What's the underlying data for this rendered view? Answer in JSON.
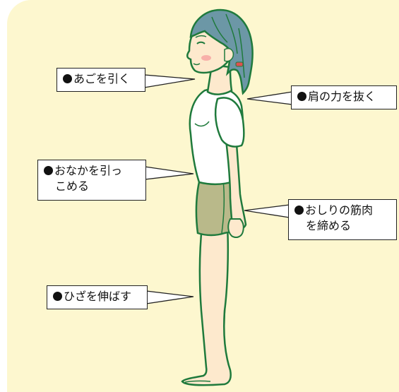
{
  "labels": {
    "chin": {
      "text": "あごを引く"
    },
    "shoulders": {
      "text": "肩の力を抜く"
    },
    "belly": {
      "line1": "おなかを引っ",
      "line2": "こめる"
    },
    "buttocks": {
      "line1": "おしりの筋肉",
      "line2": "を締める"
    },
    "knees": {
      "text": "ひざを伸ばす"
    }
  },
  "colors": {
    "background": "#fdf7cf",
    "outline": "#1f7a3c",
    "hair": "#6c97a6",
    "skin": "#fde9cd",
    "shorts": "#b9b98a",
    "shirt": "#ffffff",
    "cheek": "#f6a0a0"
  }
}
